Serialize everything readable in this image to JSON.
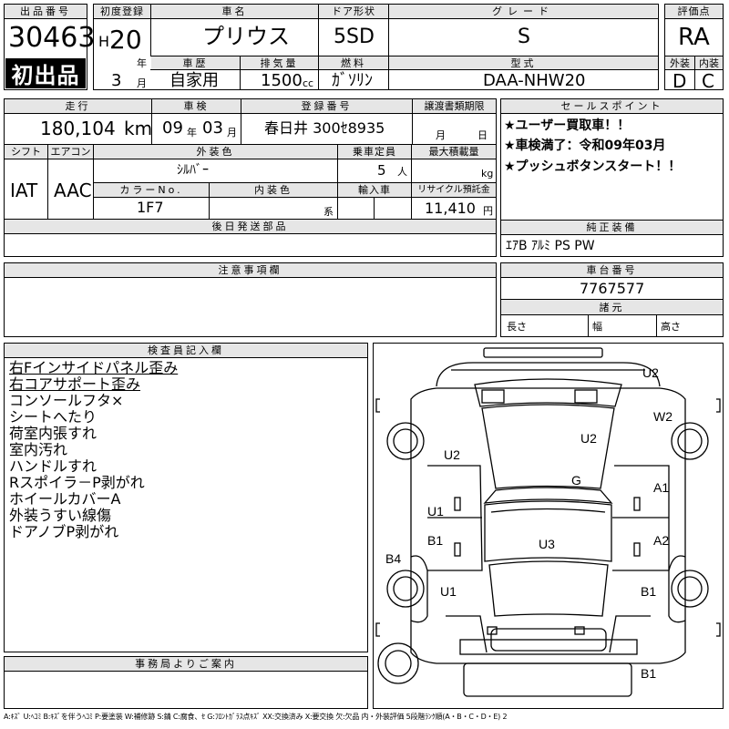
{
  "header": {
    "lot_no_label": "出品番号",
    "lot_no": "30463",
    "first_listing": "初出品",
    "first_reg_label": "初度登録",
    "era": "H",
    "year": "20",
    "year_unit": "年",
    "month": "3",
    "month_unit": "月",
    "car_name_label": "車名",
    "car_name": "プリウス",
    "history_label": "車歴",
    "history": "自家用",
    "displacement_label": "排気量",
    "displacement": "1500",
    "displacement_unit": "cc",
    "door_label": "ドア形状",
    "door": "5SD",
    "fuel_label": "燃料",
    "fuel": "ｶﾞｿﾘﾝ",
    "grade_label": "グレード",
    "grade": "S",
    "model_label": "型式",
    "model": "DAA-NHW20",
    "score_label": "評価点",
    "score": "RA",
    "exterior_label": "外装",
    "exterior": "D",
    "interior_label": "内装",
    "interior": "C"
  },
  "row2": {
    "mileage_label": "走行",
    "mileage": "180,104",
    "mileage_unit": "km",
    "inspection_label": "車検",
    "insp_year": "09",
    "insp_year_unit": "年",
    "insp_month": "03",
    "insp_month_unit": "月",
    "reg_no_label": "登録番号",
    "reg_no": "春日井 300ｾ8935",
    "transfer_label": "譲渡書類期限",
    "transfer_month_unit": "月",
    "transfer_day_unit": "日",
    "shift_label": "シフト",
    "shift": "IAT",
    "ac_label": "エアコン",
    "ac": "AAC",
    "ext_color_label": "外装色",
    "ext_color": "ｼﾙﾊﾞｰ",
    "capacity_label": "乗車定員",
    "capacity": "5",
    "capacity_unit": "人",
    "load_label": "最大積載量",
    "load_unit": "kg",
    "color_no_label": "カラーNo.",
    "color_no": "1F7",
    "int_color_label": "内装色",
    "int_color_unit": "系",
    "import_label": "輸入車",
    "recycle_label": "リサイクル預託金",
    "recycle": "11,410",
    "recycle_unit": "円",
    "later_parts_label": "後日発送部品"
  },
  "sales_points": {
    "label": "セールスポイント",
    "items": [
      "★ユーザー買取車！！",
      "★車検満了：令和09年03月",
      "★プッシュボタンスタート！！"
    ]
  },
  "equipment": {
    "label": "純正装備",
    "value": "ｴｱB ｱﾙﾐ PS PW"
  },
  "notes": {
    "label": "注意事項欄"
  },
  "chassis": {
    "label": "車台番号",
    "value": "7767577",
    "dims_label": "諸元",
    "length_label": "長さ",
    "width_label": "幅",
    "height_label": "高さ"
  },
  "inspector": {
    "label": "検査員記入欄",
    "lines": [
      "右Fインサイドパネル歪み",
      "右コアサポート歪み",
      "コンソールフタ×",
      "シートへたり",
      "荷室内張すれ",
      "室内汚れ",
      "ハンドルすれ",
      "Rスポイラ－P剥がれ",
      "ホイールカバーA",
      "外装うすい線傷",
      "ドアノブP剥がれ"
    ]
  },
  "office": {
    "label": "事務局よりご案内"
  },
  "diagram_marks": [
    "U2",
    "W2",
    "U2",
    "U2",
    "G",
    "U1",
    "A1",
    "B1",
    "U3",
    "A2",
    "B4",
    "U1",
    "B1",
    "B1"
  ],
  "legend": "A:ｷｽﾞ U:ﾍｺﾐ B:ｷｽﾞを伴うﾍｺﾐ P:要塗装 W:補修跡 S:錆 C:腐食、ｾ G:ﾌﾛﾝﾄｶﾞﾗｽ点ｷｽﾞ XX:交換済み X:要交換 欠:欠品 内・外装評価 5段階ﾗﾝｸ順(A・B・C・D・E) 2"
}
